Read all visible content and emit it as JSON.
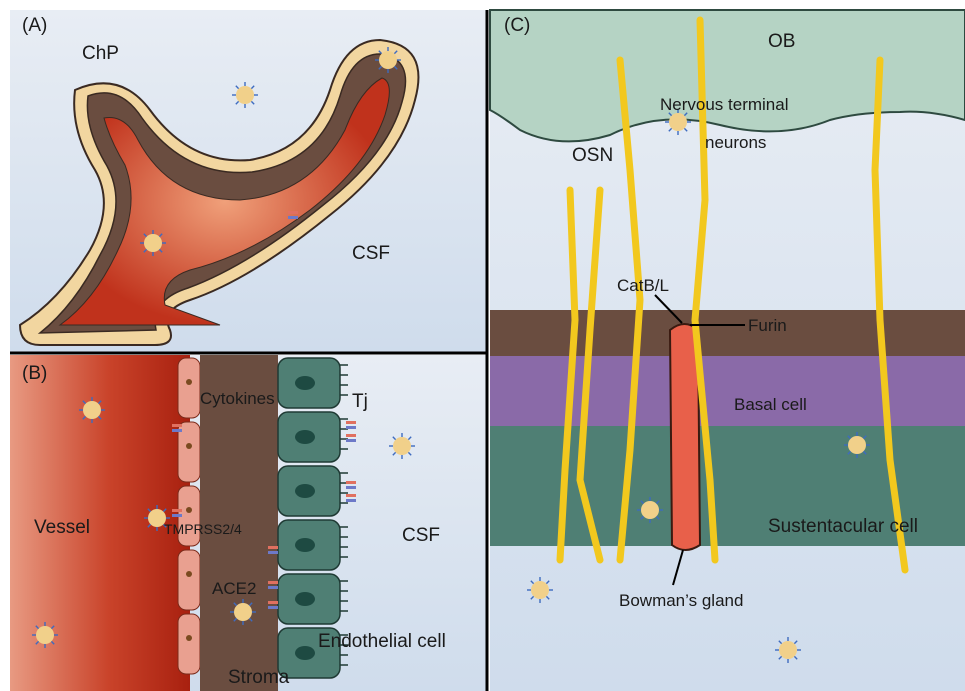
{
  "panels": {
    "a": {
      "tag": "(A)",
      "chp": "ChP",
      "csf": "CSF"
    },
    "b": {
      "tag": "(B)",
      "vessel": "Vessel",
      "cytokines": "Cytokines",
      "tj": "Tj",
      "csf": "CSF",
      "tmprss": "TMPRSS2/4",
      "ace2": "ACE2",
      "stroma": "Stroma",
      "endothelial": "Endothelial cell"
    },
    "c": {
      "tag": "(C)",
      "ob": "OB",
      "nervous_terminal": "Nervous terminal",
      "neurons": "neurons",
      "osn": "OSN",
      "catbl": "CatB/L",
      "furin": "Furin",
      "basal": "Basal cell",
      "sustentacular": "Sustentacular cell",
      "bowman": "Bowman’s gland"
    }
  },
  "colors": {
    "csf": "#d6e1ef",
    "vessel": "#c0321c",
    "stroma": "#6a4d40",
    "epithelium": "#4f7f74",
    "basal": "#8a6aa8",
    "neuron": "#f2c81e",
    "ob": "#b5d3c4",
    "gland": "#e8604a",
    "virus": "#f1d08a"
  }
}
